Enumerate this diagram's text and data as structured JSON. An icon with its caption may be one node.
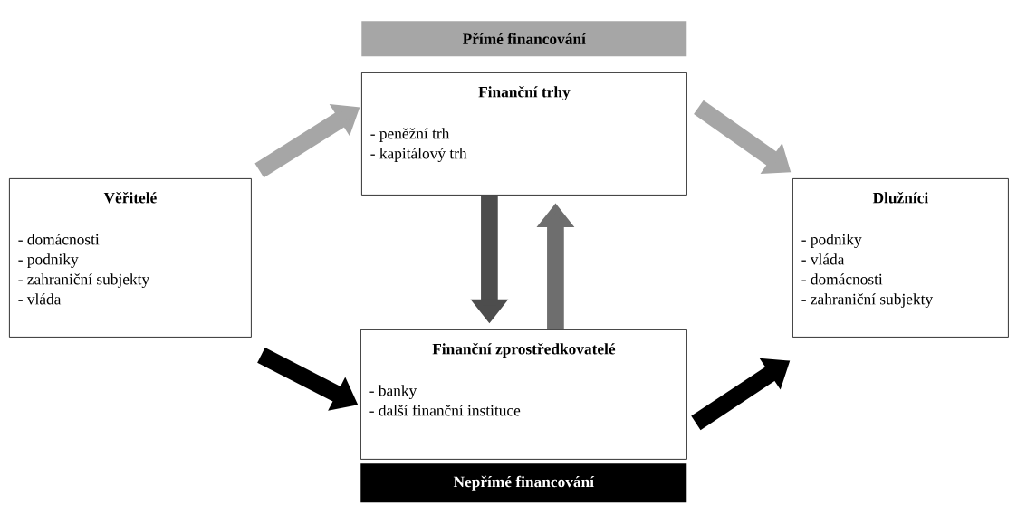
{
  "diagram": {
    "nodes": [
      {
        "text": [
          "Přímé financování"
        ]
      },
      {
        "text": [
          "Finanční trhy",
          "- peněžní trh",
          "- kapitálový trh"
        ]
      },
      {
        "text": [
          "Věřitelé",
          "- domácnosti",
          "- podniky",
          "- zahraniční subjekty",
          "- vláda"
        ]
      },
      {
        "text": [
          "Dlužníci",
          "- podniky",
          "- vláda",
          "- domácnosti",
          "- zahraniční subjekty"
        ]
      },
      {
        "text": [
          "Finanční zprostředkovatelé",
          "- banky",
          "- další finanční instituce"
        ]
      },
      {
        "text": [
          "Nepřímé financování"
        ]
      }
    ],
    "edges": [
      {
        "from": 2,
        "to": 1,
        "arrow": "to",
        "color": "#a6a6a6"
      },
      {
        "from": 1,
        "to": 3,
        "arrow": "to",
        "color": "#a6a6a6"
      },
      {
        "from": 1,
        "to": 4,
        "arrow": "to",
        "color": "#4d4d4d"
      },
      {
        "from": 4,
        "to": 1,
        "arrow": "to",
        "color": "#6e6e6e"
      },
      {
        "from": 2,
        "to": 4,
        "arrow": "to",
        "color": "#000000"
      },
      {
        "from": 4,
        "to": 3,
        "arrow": "to",
        "color": "#000000"
      }
    ]
  }
}
